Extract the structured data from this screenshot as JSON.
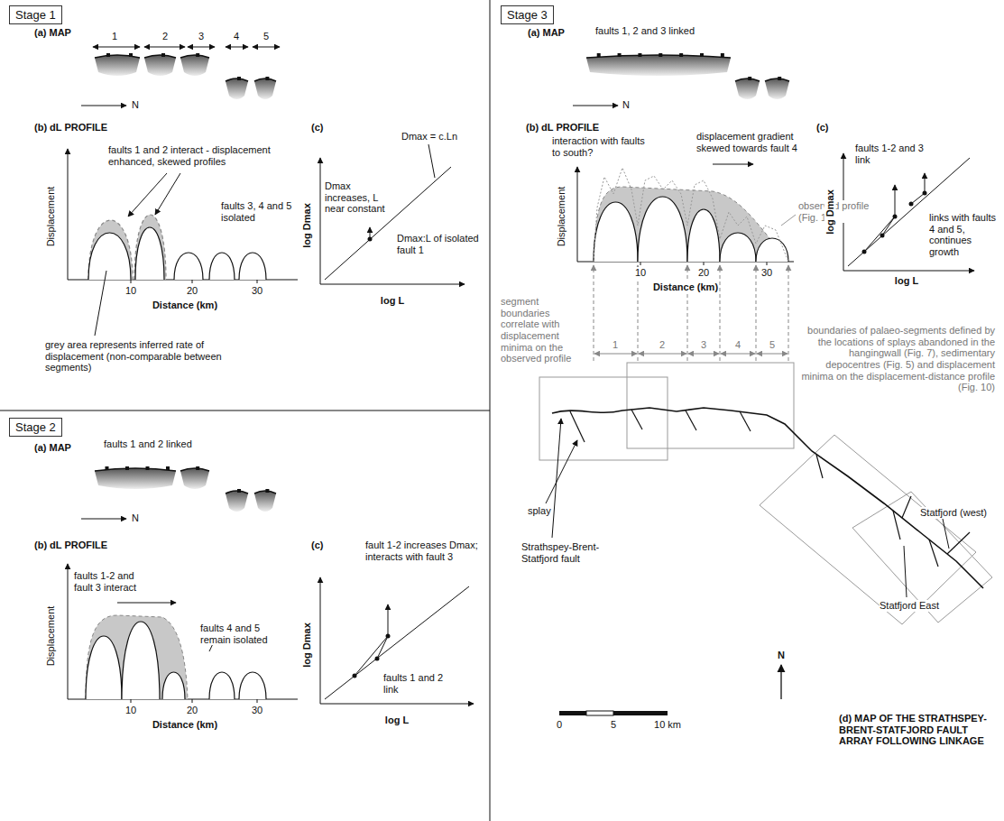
{
  "diagram": {
    "nodes": [
      {
        "text": [
          "Stage 1"
        ]
      },
      {
        "text": [
          "Stage 2"
        ]
      },
      {
        "text": [
          "Stage 3"
        ]
      }
    ],
    "labels": [
      "(a) MAP",
      "1",
      "2",
      "3",
      "4",
      "5",
      "N",
      "(b) dL PROFILE",
      "Displacement",
      "faults 1 and 2 interact - displacement enhanced, skewed profiles",
      "faults 3, 4 and 5 isolated",
      "10",
      "20",
      "30",
      "Distance (km)",
      "grey area represents inferred rate of displacement (non-comparable between segments)",
      "(c)",
      "Dmax = c.Ln",
      "Dmax increases, L near constant",
      "Dmax:L of isolated fault 1",
      "log Dmax",
      "log L",
      "(a) MAP",
      "faults 1 and 2 linked",
      "N",
      "(b) dL PROFILE",
      "Displacement",
      "faults 1-2 and fault 3 interact",
      "faults 4 and 5 remain isolated",
      "10",
      "20",
      "30",
      "Distance (km)",
      "(c)",
      "fault 1-2 increases Dmax; interacts with fault 3",
      "faults 1 and 2 link",
      "log Dmax",
      "log L",
      "(a) MAP",
      "faults 1, 2 and 3 linked",
      "N",
      "(b) dL PROFILE",
      "interaction with faults to south?",
      "displacement gradient skewed towards fault 4",
      "Displacement",
      "observed profile (Fig. 10)",
      "10",
      "20",
      "30",
      "Distance (km)",
      "(c)",
      "faults 1-2 and 3 link",
      "links with faults 4 and 5, continues growth",
      "log Dmax",
      "log L",
      "segment boundaries correlate with displacement minima on the observed profile",
      "boundaries of palaeo-segments defined by the locations of splays abandoned in the hangingwall (Fig. 7), sedimentary depocentres (Fig. 5) and displacement minima on the displacement-distance profile (Fig. 10)",
      "1",
      "2",
      "3",
      "4",
      "5",
      "splay",
      "Strathspey-Brent-Statfjord fault",
      "Statfjord (west)",
      "Statfjord East",
      "N",
      "0",
      "5",
      "10 km",
      "(d) MAP OF THE STRATHSPEY-BRENT-STATFJORD FAULT ARRAY FOLLOWING LINKAGE"
    ]
  }
}
